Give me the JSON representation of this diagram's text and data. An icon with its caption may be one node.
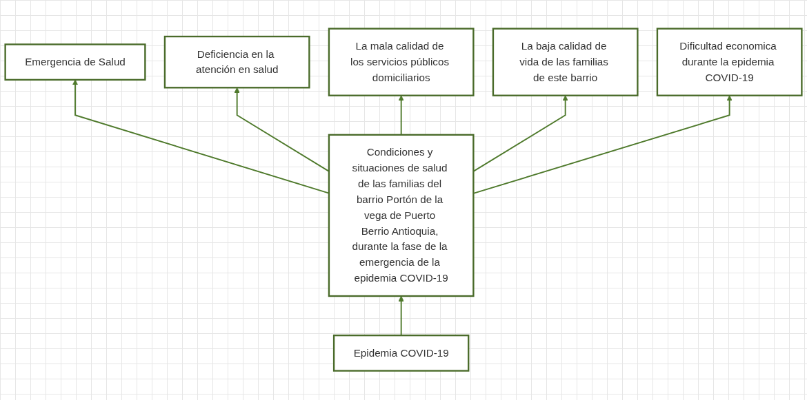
{
  "diagram": {
    "nodes": [
      {
        "text": [
          "Emergencia de Salud"
        ]
      },
      {
        "text": [
          "Deficiencia en la atención en salud"
        ]
      },
      {
        "text": [
          "La mala calidad de los servicios públicos domiciliarios"
        ]
      },
      {
        "text": [
          "La baja calidad de vida de las familias de este barrio"
        ]
      },
      {
        "text": [
          "Dificultad economica durante la epidemia COVID-19"
        ]
      },
      {
        "text": [
          "Condiciones y situaciones de salud de las familias del barrio Portón de la vega de Puerto Berrio Antioquia, durante la fase de la emergencia de la epidemia COVID-19"
        ]
      },
      {
        "text": [
          "Epidemia COVID-19"
        ]
      }
    ],
    "edges": [
      {
        "from": 6,
        "to": 5,
        "arrow": "to"
      },
      {
        "from": 5,
        "to": 0,
        "arrow": "to"
      },
      {
        "from": 5,
        "to": 1,
        "arrow": "to"
      },
      {
        "from": 5,
        "to": 2,
        "arrow": "to"
      },
      {
        "from": 5,
        "to": 3,
        "arrow": "to"
      },
      {
        "from": 5,
        "to": 4,
        "arrow": "to"
      }
    ]
  }
}
